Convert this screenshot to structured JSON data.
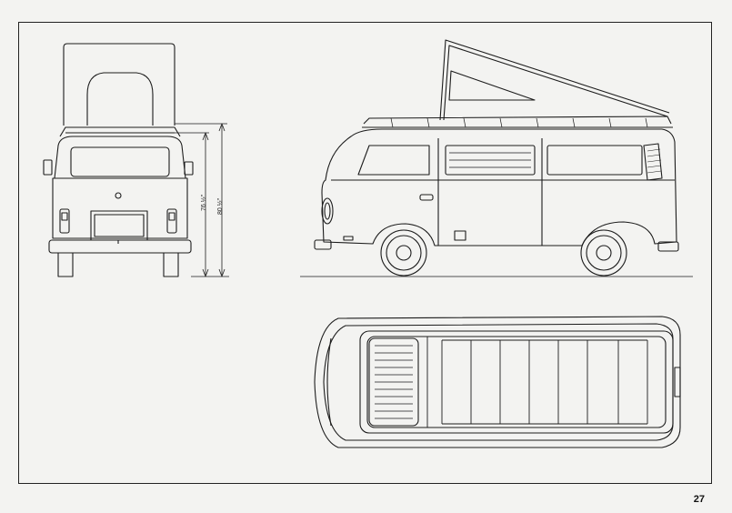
{
  "page": {
    "number": "27"
  },
  "dimensions": {
    "height_closed": "76 ½\"",
    "height_open": "80 ½\""
  },
  "views": [
    "rear-view",
    "side-view",
    "top-view"
  ]
}
